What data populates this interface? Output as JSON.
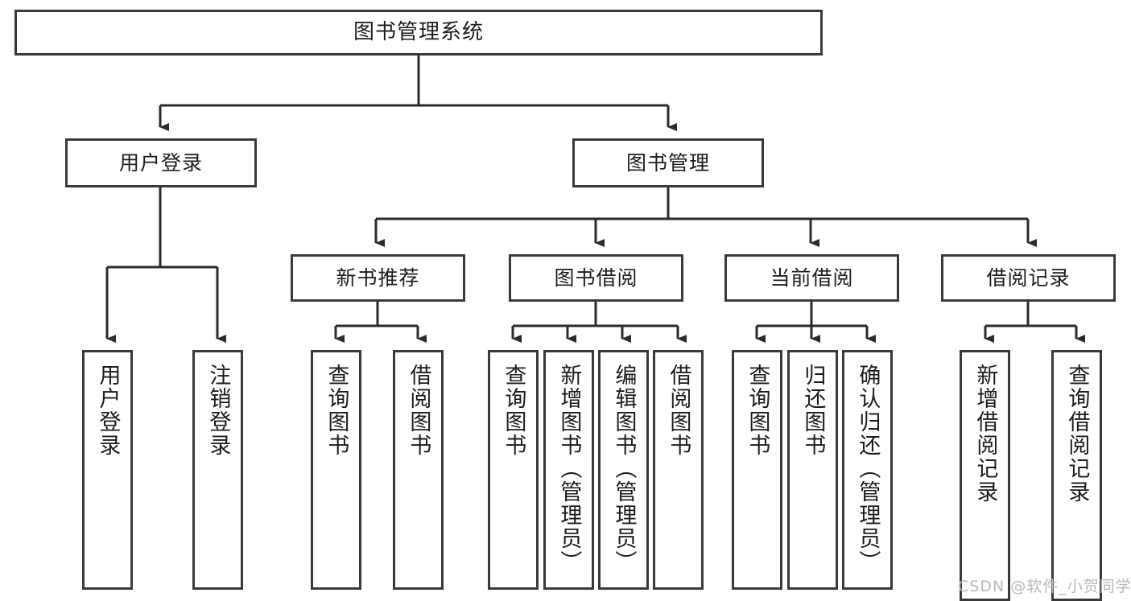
{
  "diagram": {
    "title": "图书管理系统",
    "type": "tree-hierarchy-diagram",
    "colors": {
      "box_border": "#3a3a3a",
      "box_fill": "#ffffff",
      "edge": "#2b2b2b",
      "text": "#1c1c1c",
      "watermark": "#b9b9b9",
      "background": "#ffffff"
    }
  },
  "root": {
    "label": "图书管理系统"
  },
  "level1": [
    {
      "id": "user-login",
      "label": "用户登录"
    },
    {
      "id": "book-management",
      "label": "图书管理"
    }
  ],
  "level2": [
    {
      "id": "new-book-recommend",
      "label": "新书推荐",
      "parent": "book-management"
    },
    {
      "id": "book-borrow",
      "label": "图书借阅",
      "parent": "book-management"
    },
    {
      "id": "current-borrow",
      "label": "当前借阅",
      "parent": "book-management"
    },
    {
      "id": "borrow-record",
      "label": "借阅记录",
      "parent": "book-management"
    }
  ],
  "leaves": [
    {
      "id": "leaf-user-login",
      "label": "用户登录",
      "parent": "user-login"
    },
    {
      "id": "leaf-logout",
      "label": "注销登录",
      "parent": "user-login"
    },
    {
      "id": "leaf-query-book-1",
      "label": "查询图书",
      "parent": "new-book-recommend"
    },
    {
      "id": "leaf-borrow-book-1",
      "label": "借阅图书",
      "parent": "new-book-recommend"
    },
    {
      "id": "leaf-query-book-2",
      "label": "查询图书",
      "parent": "book-borrow"
    },
    {
      "id": "leaf-add-book",
      "label": "新增图书（管理员）",
      "parent": "book-borrow"
    },
    {
      "id": "leaf-edit-book",
      "label": "编辑图书（管理员）",
      "parent": "book-borrow"
    },
    {
      "id": "leaf-borrow-book-2",
      "label": "借阅图书",
      "parent": "book-borrow"
    },
    {
      "id": "leaf-query-book-3",
      "label": "查询图书",
      "parent": "current-borrow"
    },
    {
      "id": "leaf-return-book",
      "label": "归还图书",
      "parent": "current-borrow"
    },
    {
      "id": "leaf-confirm-return",
      "label": "确认归还（管理员）",
      "parent": "current-borrow"
    },
    {
      "id": "leaf-add-record",
      "label": "新增借阅记录",
      "parent": "borrow-record"
    },
    {
      "id": "leaf-query-record",
      "label": "查询借阅记录",
      "parent": "borrow-record"
    }
  ],
  "watermark": {
    "text": "CSDN @软件_小贺同学"
  }
}
